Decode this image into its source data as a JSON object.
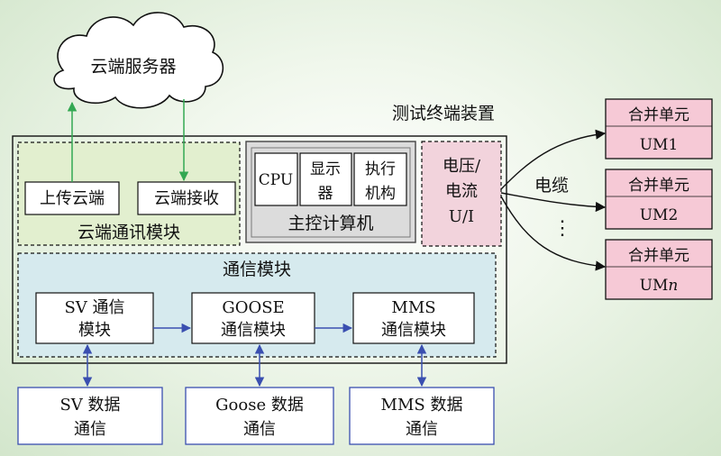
{
  "cloud_server": "云端服务器",
  "device_title": "测试终端装置",
  "cloud_comm": {
    "upload": "上传云端",
    "receive": "云端接收",
    "label": "云端通讯模块"
  },
  "main_control": {
    "cpu": "CPU",
    "display_line1": "显示",
    "display_line2": "器",
    "actuator_line1": "执行",
    "actuator_line2": "机构",
    "label": "主控计算机"
  },
  "vi_block": {
    "line1": "电压/",
    "line2": "电流",
    "line3": "U/I"
  },
  "cable_label": "电缆",
  "ellipsis": "⋮",
  "merge_units": [
    {
      "line1": "合并单元",
      "prefix": "UM",
      "suffix": "1",
      "suffix_italic": false
    },
    {
      "line1": "合并单元",
      "prefix": "UM",
      "suffix": "2",
      "suffix_italic": false
    },
    {
      "line1": "合并单元",
      "prefix": "UM",
      "suffix": "n",
      "suffix_italic": true
    }
  ],
  "comm_module": {
    "label": "通信模块",
    "sv": {
      "line1": "SV 通信",
      "line2": "模块"
    },
    "goose": {
      "line1": "GOOSE",
      "line2": "通信模块"
    },
    "mms": {
      "line1": "MMS",
      "line2": "通信模块"
    }
  },
  "data_comm": [
    {
      "line1": "SV 数据",
      "line2": "通信"
    },
    {
      "line1": "Goose 数据",
      "line2": "通信"
    },
    {
      "line1": "MMS 数据",
      "line2": "通信"
    }
  ],
  "colors": {
    "green_arrow": "#33a852",
    "blue_arrow": "#3a4fb0",
    "cloud_comm_fill": "#e2efcf",
    "comm_module_fill": "#d6eaee",
    "vi_fill": "#f2d3dc",
    "merge_fill": "#f6c9d6",
    "main_control_fill": "#dcdcdc"
  }
}
